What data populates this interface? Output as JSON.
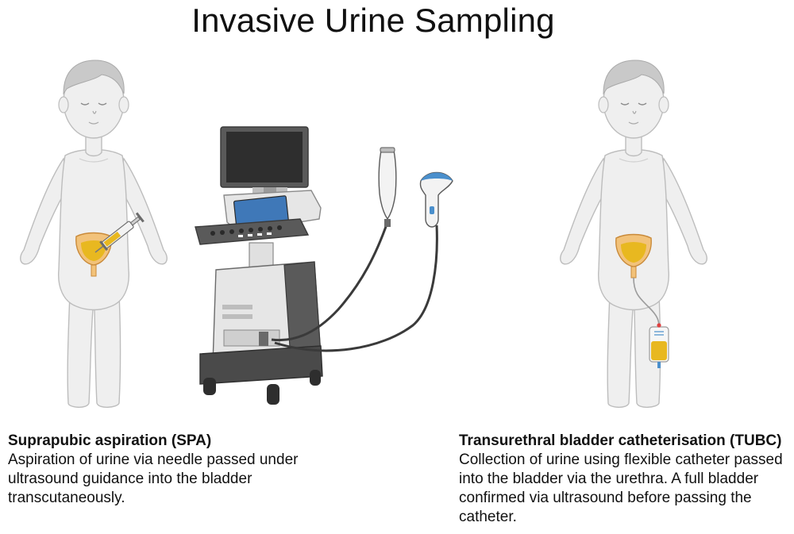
{
  "title": "Invasive Urine Sampling",
  "spa": {
    "heading": "Suprapubic aspiration (SPA)",
    "description": "Aspiration of urine via needle passed under ultrasound guidance into the bladder transcutaneously."
  },
  "tubc": {
    "heading": "Transurethral bladder catheterisation (TUBC)",
    "description": "Collection of urine using flexible catheter passed into the bladder via the urethra. A full bladder confirmed via ultrasound before passing the catheter."
  },
  "colors": {
    "skin_fill": "#efefef",
    "skin_stroke": "#bdbdbd",
    "hair": "#c9c9c9",
    "bladder_wall": "#f2c27a",
    "urine": "#e8b820",
    "machine_dark": "#4a4a4a",
    "machine_light": "#e6e6e6",
    "screen": "#3f78b8",
    "cable": "#3a3a3a",
    "probe_blue": "#4a8fcc"
  }
}
